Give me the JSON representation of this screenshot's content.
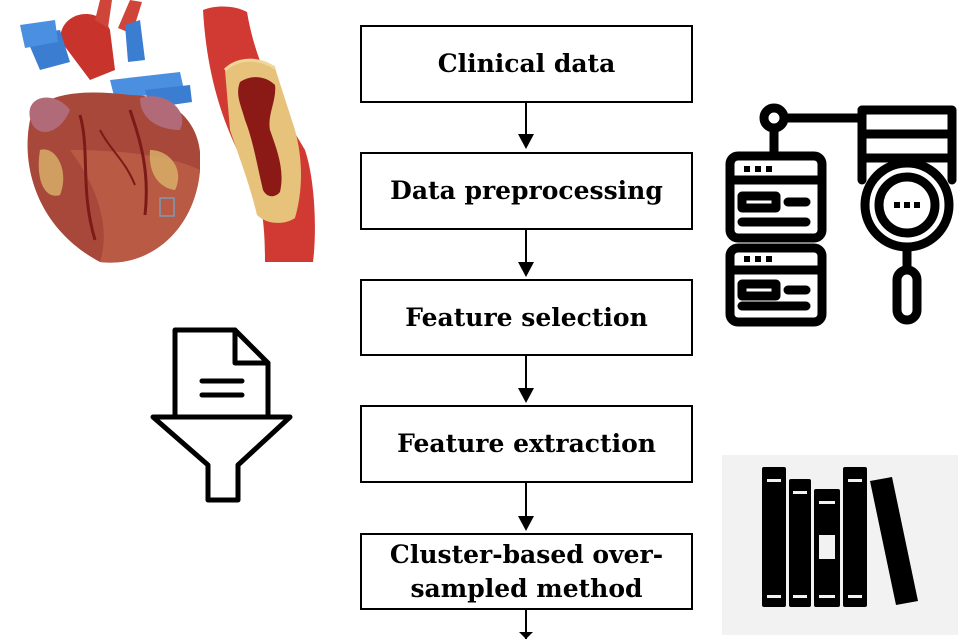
{
  "flow": {
    "steps": [
      {
        "label": "Clinical data"
      },
      {
        "label": "Data preprocessing"
      },
      {
        "label": "Feature selection"
      },
      {
        "label": "Feature extraction"
      },
      {
        "label_line1": "Cluster-based over-",
        "label_line2": "sampled method"
      }
    ]
  },
  "icons": {
    "heart": "heart-illustration",
    "artery": "artery-illustration",
    "database": "database-search-icon",
    "filter": "document-filter-icon",
    "books": "books-icon"
  }
}
